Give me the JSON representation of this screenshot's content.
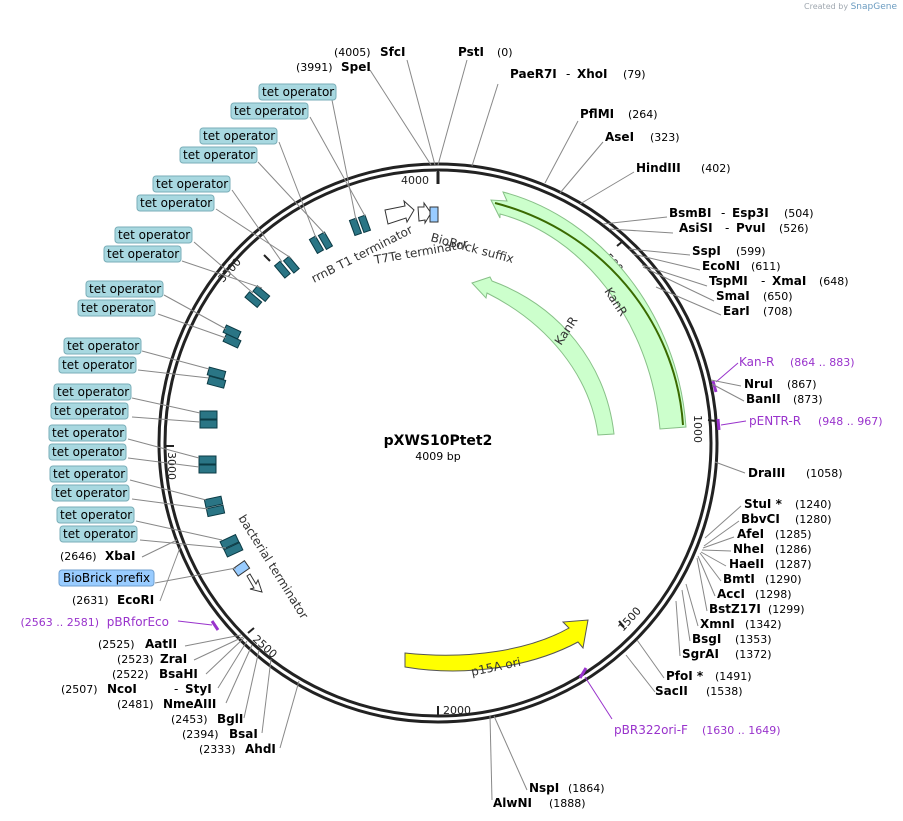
{
  "credit": {
    "prefix": "Created by",
    "brand": "SnapGene"
  },
  "plasmid": {
    "name": "pXWS10Ptet2",
    "size_label": "4009 bp",
    "length": 4009
  },
  "colors": {
    "backbone": "#222222",
    "enzyme_line": "#888888",
    "primer": "#9933cc",
    "kanr_fill": "#ccffcc",
    "kanr_stroke": "#7fbf7f",
    "p15a_fill": "#ffff00",
    "operator_fill": "#2a7585",
    "operator_label_bg": "#a8d8e0",
    "biobrick_fill": "#99ccff",
    "selection": "#3a6a00"
  },
  "ticks": [
    "500",
    "1000",
    "1500",
    "2000",
    "2500",
    "3000",
    "3500",
    "4000"
  ],
  "enzymes": [
    {
      "name": "SfcI",
      "pos": "(4005)"
    },
    {
      "name": "PstI",
      "pos": "(0)"
    },
    {
      "name": "SpeI",
      "pos": "(3991)"
    },
    {
      "name": "PaeR7I",
      "name2": "XhoI",
      "pos": "(79)"
    },
    {
      "name": "PflMI",
      "pos": "(264)"
    },
    {
      "name": "AseI",
      "pos": "(323)"
    },
    {
      "name": "HindIII",
      "pos": "(402)"
    },
    {
      "name": "BsmBI",
      "name2": "Esp3I",
      "pos": "(504)"
    },
    {
      "name": "AsiSI",
      "name2": "PvuI",
      "pos": "(526)"
    },
    {
      "name": "SspI",
      "pos": "(599)"
    },
    {
      "name": "EcoNI",
      "pos": "(611)"
    },
    {
      "name": "TspMI",
      "name2": "XmaI",
      "pos": "(648)"
    },
    {
      "name": "SmaI",
      "pos": "(650)"
    },
    {
      "name": "EarI",
      "pos": "(708)"
    },
    {
      "name": "NruI",
      "pos": "(867)"
    },
    {
      "name": "BanII",
      "pos": "(873)"
    },
    {
      "name": "DraIII",
      "pos": "(1058)"
    },
    {
      "name": "StuI *",
      "pos": "(1240)"
    },
    {
      "name": "BbvCI",
      "pos": "(1280)"
    },
    {
      "name": "AfeI",
      "pos": "(1285)"
    },
    {
      "name": "NheI",
      "pos": "(1286)"
    },
    {
      "name": "HaeII",
      "pos": "(1287)"
    },
    {
      "name": "BmtI",
      "pos": "(1290)"
    },
    {
      "name": "AccI",
      "pos": "(1298)"
    },
    {
      "name": "BstZ17I",
      "pos": "(1299)"
    },
    {
      "name": "XmnI",
      "pos": "(1342)"
    },
    {
      "name": "BsgI",
      "pos": "(1353)"
    },
    {
      "name": "SgrAI",
      "pos": "(1372)"
    },
    {
      "name": "PfoI *",
      "pos": "(1491)"
    },
    {
      "name": "SacII",
      "pos": "(1538)"
    },
    {
      "name": "NspI",
      "pos": "(1864)"
    },
    {
      "name": "AlwNI",
      "pos": "(1888)"
    },
    {
      "name": "XbaI",
      "pos": "(2646)"
    },
    {
      "name": "EcoRI",
      "pos": "(2631)"
    },
    {
      "name": "AatII",
      "pos": "(2525)"
    },
    {
      "name": "ZraI",
      "pos": "(2523)"
    },
    {
      "name": "BsaHI",
      "pos": "(2522)"
    },
    {
      "name": "NcoI",
      "name2": "StyI",
      "pos": "(2507)"
    },
    {
      "name": "NmeAIII",
      "pos": "(2481)"
    },
    {
      "name": "BglI",
      "pos": "(2453)"
    },
    {
      "name": "BsaI",
      "pos": "(2394)"
    },
    {
      "name": "AhdI",
      "pos": "(2333)"
    }
  ],
  "primers": [
    {
      "name": "Kan-R",
      "range": "(864 .. 883)"
    },
    {
      "name": "pENTR-R",
      "range": "(948 .. 967)"
    },
    {
      "name": "pBR322ori-F",
      "range": "(1630 .. 1649)"
    },
    {
      "name": "pBRforEco",
      "range": "(2563 .. 2581)"
    }
  ],
  "features": {
    "kanr_outer": "KanR",
    "kanr_inner": "KanR",
    "p15a": "p15A ori",
    "rrnb": "rrnB T1 terminator",
    "t7te": "T7Te terminator",
    "biobrick_suffix": "BioBrick suffix",
    "bacterial_terminator": "bacterial terminator",
    "biobrick_prefix": "BioBrick prefix",
    "tet_operator": "tet operator"
  }
}
